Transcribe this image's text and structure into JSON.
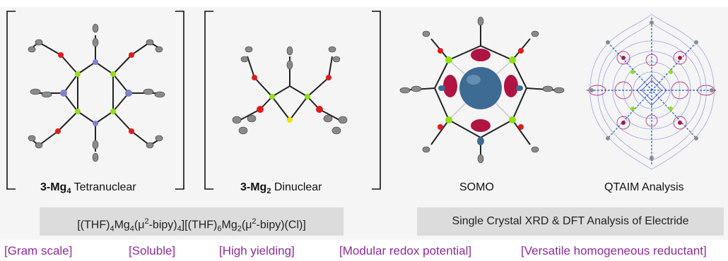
{
  "panels": {
    "tetranuclear": {
      "bold": "3-Mg",
      "sub": "4",
      "label": "Tetranuclear"
    },
    "dinuclear": {
      "bold": "3-Mg",
      "sub": "2",
      "label": "Dinuclear"
    },
    "somo": {
      "label": "SOMO"
    },
    "qtaim": {
      "label": "QTAIM Analysis"
    }
  },
  "formula": {
    "p1": "[(THF)",
    "s1": "4",
    "p2": "Mg",
    "s2": "4",
    "p3": "(μ",
    "sup1": "2",
    "p4": "-bipy)",
    "s3": "4",
    "p5": "][(THF)",
    "s4": "6",
    "p6": "Mg",
    "s5": "2",
    "p7": "(μ",
    "sup2": "2",
    "p8": "-bipy)(Cl)]"
  },
  "analysis": "Single Crystal XRD & DFT Analysis of Electride",
  "tags": [
    "[Gram scale]",
    "[Soluble]",
    "[High yielding]",
    "[Modular redox potential]",
    "[Versatile homogeneous reductant]"
  ],
  "colors": {
    "tag": "#8c2b98",
    "box": "#dcdcdc",
    "mg": "#8fe016",
    "o": "#e01a1a",
    "n": "#7e82c8",
    "c": "#8a8a8a",
    "cl": "#e6e600",
    "orbital_red": "#b01442",
    "orbital_blue": "#3e6b93"
  }
}
